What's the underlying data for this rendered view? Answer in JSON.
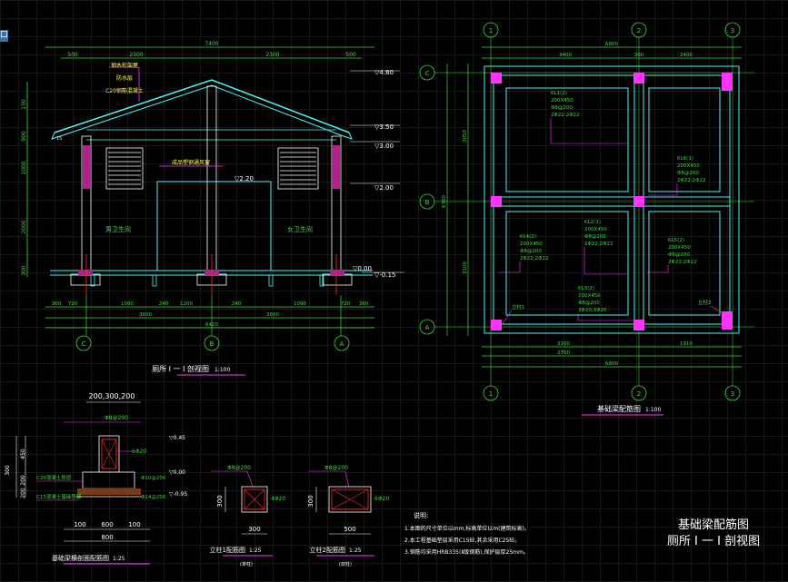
{
  "section_view": {
    "top_dims": {
      "total": "7400",
      "left": "2300",
      "right": "2300",
      "eave_l": "500",
      "eave_r": "500"
    },
    "roof_notes": [
      "钢木桁架屋",
      "防水层",
      "C20钢筋混凝土"
    ],
    "side_note": "15",
    "left_dims": [
      "150",
      "900",
      "1000",
      "2000",
      "300"
    ],
    "levels": [
      "▽4.80",
      "▽3.50",
      "▽3.00",
      "▽2.00",
      "▽0.00",
      "▽-0.15"
    ],
    "door_level": "▽2.20",
    "room_left": "男卫生间",
    "room_right": "女卫生间",
    "louver_note": "成品塑钢通风窗",
    "bottom_dims_row1": [
      "360",
      "720",
      "1090",
      "240",
      "1200",
      "240",
      "1090",
      "720",
      "360"
    ],
    "bottom_dims_row2": [
      "3600",
      "3600"
    ],
    "bottom_dims_total": "6420",
    "axes": [
      "C",
      "B",
      "A"
    ],
    "title": "厕所 I 一 I 剖视图",
    "scale": "1:100"
  },
  "plan_view": {
    "axes_top": [
      "1",
      "2",
      "3"
    ],
    "axes_side": [
      "C",
      "B",
      "A"
    ],
    "top_dims_row1": [
      "3400",
      "300",
      "2400"
    ],
    "top_dims_row2": [
      "6800"
    ],
    "bottom_dims_row1": [
      "3100",
      "1910"
    ],
    "bottom_dims_row2": [
      "2700"
    ],
    "bottom_dims_total": "6800",
    "left_dims": [
      "3050",
      "3100"
    ],
    "left_total": "6300",
    "beams": [
      {
        "label": "KL1(2)",
        "size": "200X450",
        "stirrup": "Φ8@200",
        "bars": "2Φ22;2Φ22"
      },
      {
        "label": "KL6(1)",
        "size": "200X450",
        "stirrup": "Φ8@200",
        "bars": "2Φ22;2Φ22"
      },
      {
        "label": "KL2(1)",
        "size": "200X450",
        "stirrup": "Φ8@200",
        "bars": "2Φ22;2Φ22"
      },
      {
        "label": "KL4(2)",
        "size": "200X450",
        "stirrup": "Φ8@200",
        "bars": "2Φ22;2Φ22"
      },
      {
        "label": "KL5(2)",
        "size": "200X450",
        "stirrup": "Φ8@200",
        "bars": "2Φ22;2Φ22"
      },
      {
        "label": "KL3(2)",
        "size": "200X450",
        "stirrup": "Φ8@200",
        "bars": "3Φ20;3Φ20"
      }
    ],
    "col_note1": "立柱1",
    "col_note2": "立柱2",
    "title": "基础梁配筋图",
    "scale": "1:100"
  },
  "foundation_detail": {
    "dims_top": "200,300,200",
    "rebar_top": "Φ8@200",
    "rebar_stirrup": "6Φ20",
    "levels": [
      "▽0.45",
      "▽0.00",
      "▽-0.95"
    ],
    "left_dims": [
      "450",
      "200",
      "200",
      "300"
    ],
    "notes": [
      "C20混凝土垫层",
      "C15混凝土基础垫层"
    ],
    "rebars": [
      "Φ10@200",
      "Φ14@200"
    ],
    "bottom_dims": [
      "100",
      "600",
      "100"
    ],
    "bottom_total": "800",
    "title": "基础梁横剖面配筋图",
    "scale": "1:25"
  },
  "column1": {
    "rebar": "Φ8@200",
    "main": "4Φ20",
    "height": "300",
    "width": "300",
    "title": "立柱1配筋图",
    "scale": "1:25",
    "sub": "(单柱)"
  },
  "column2": {
    "rebar": "Φ8@200",
    "height": "300",
    "width": "500",
    "main": "6Φ20",
    "title": "立柱2配筋图",
    "scale": "1:25",
    "sub": "(双柱)"
  },
  "notes": {
    "heading": "说明:",
    "lines": [
      "1.本图的尺寸单位以mm,标高单位以m(建筑标高)。",
      "2.本工程基础垫层采用C15砼,其余采用C25砼。",
      "3.钢筋均采用HRB335(Ⅱ级钢筋),保护层厚25mm。"
    ]
  },
  "title_block": {
    "line1": "基础梁配筋图",
    "line2": "厕所 I 一 I 剖视图"
  },
  "colors": {
    "background": "#000000",
    "grid": "#2a2a2a",
    "line": "#ffffff",
    "cyan": "#4ff5f5",
    "green": "#3ddc3d",
    "yellow": "#ffff55",
    "magenta": "#ff33ff",
    "red": "#ff2a2a",
    "blue": "#4a6cff"
  }
}
